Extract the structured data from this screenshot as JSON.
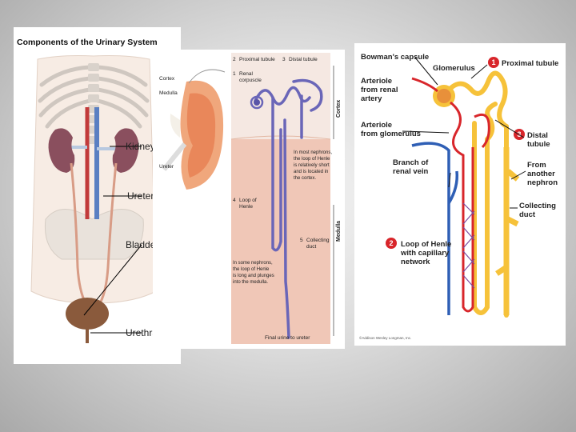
{
  "panel1": {
    "title": "Components of the Urinary System",
    "labels": {
      "kidney": "Kidney",
      "ureter": "Ureter",
      "bladder": "Bladder",
      "urethra": "Urethra"
    }
  },
  "panel2": {
    "labels": {
      "cortex_small": "Cortex",
      "medulla_small": "Medulla",
      "ureter_small": "Ureter",
      "proximal": "Proximal tubule",
      "distal": "Distal tubule",
      "renal_corpuscle_1": "Renal",
      "renal_corpuscle_2": "corpuscle",
      "cortex_side": "Cortex",
      "medulla_side": "Medulla",
      "loop_1": "Loop of",
      "loop_2": "Henle",
      "collecting_1": "Collecting",
      "collecting_2": "duct",
      "final_urine": "Final urine to ureter",
      "num_1": "1",
      "num_2": "2",
      "num_3": "3",
      "num_4": "4",
      "num_5": "5",
      "note_short": [
        "In most nephrons,",
        "the loop of Henle",
        "is relatively short",
        "and is located in",
        "the cortex."
      ],
      "note_long": [
        "In some nephrons,",
        "the loop of Henle",
        "is long and plunges",
        "into the medulla."
      ]
    }
  },
  "panel3": {
    "labels": {
      "bowmans": "Bowman's capsule",
      "glomerulus": "Glomerulus",
      "proximal": "Proximal tubule",
      "aff_1": "Arteriole",
      "aff_2": "from renal",
      "aff_3": "artery",
      "eff_1": "Arteriole",
      "eff_2": "from glomerulus",
      "distal_1": "Distal",
      "distal_2": "tubule",
      "branch_1": "Branch of",
      "branch_2": "renal vein",
      "from_1": "From",
      "from_2": "another",
      "from_3": "nephron",
      "coll_1": "Collecting",
      "coll_2": "duct",
      "loop_1": "Loop of Henle",
      "loop_2": "with capillary",
      "loop_3": "network",
      "num_1": "1",
      "num_2": "2",
      "num_3": "3",
      "copyright": "©Addison Wesley Longman, Inc."
    }
  },
  "colors": {
    "artery_red": "#d8262b",
    "vein_blue": "#2f5fb5",
    "tubule_yellow": "#f6c23a",
    "tubule_purple": "#6a66b8",
    "marker_red": "#d8252a"
  }
}
